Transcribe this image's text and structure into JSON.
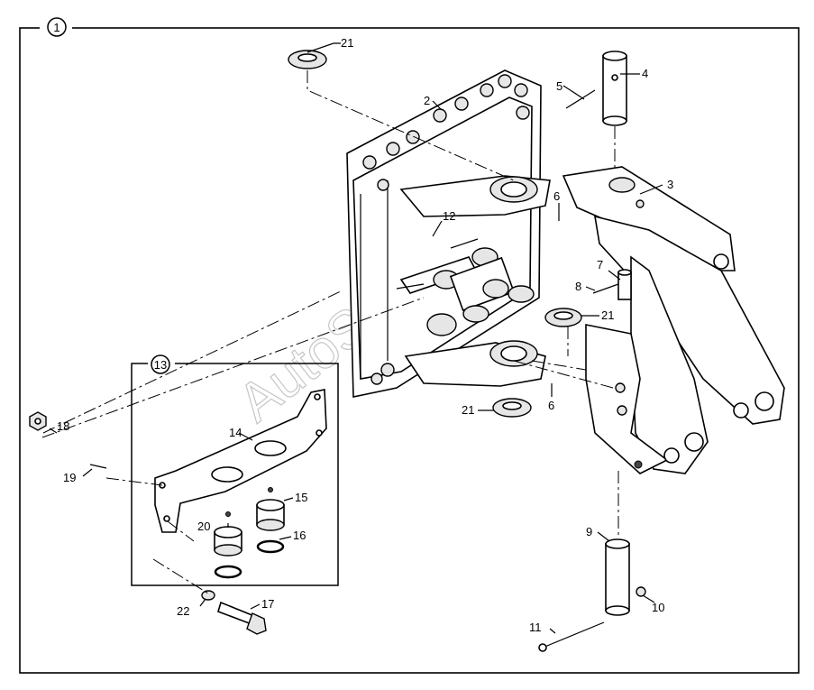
{
  "diagram": {
    "group_number": "1",
    "subgroup_number": "13",
    "watermark": "AutoSoft",
    "callouts": {
      "c21_top": "21",
      "c2": "2",
      "c5": "5",
      "c4": "4",
      "c3": "3",
      "c6_upper": "6",
      "c12": "12",
      "c7": "7",
      "c8": "8",
      "c21_mid": "21",
      "c21_low": "21",
      "c6_lower": "6",
      "c18": "18",
      "c14": "14",
      "c19": "19",
      "c15": "15",
      "c20": "20",
      "c16": "16",
      "c9": "9",
      "c10": "10",
      "c11": "11",
      "c22": "22",
      "c17": "17"
    }
  }
}
